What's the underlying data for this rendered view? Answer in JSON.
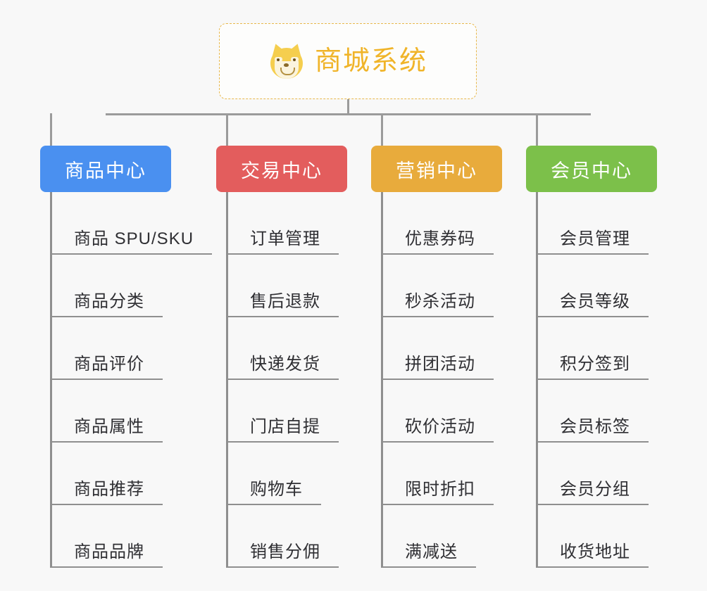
{
  "diagram": {
    "type": "org-chart",
    "background_color": "#f8f8f8",
    "connector_color": "#9b9b9b",
    "root": {
      "title": "商城系统",
      "icon": "shiba-dog-face-emoji",
      "text_color": "#f0b429",
      "border_color": "#e8b84b",
      "border_style": "dashed"
    },
    "columns": [
      {
        "id": "product-center",
        "label": "商品中心",
        "color": "#4a90f0",
        "items": [
          "商品 SPU/SKU",
          "商品分类",
          "商品评价",
          "商品属性",
          "商品推荐",
          "商品品牌"
        ]
      },
      {
        "id": "trade-center",
        "label": "交易中心",
        "color": "#e35d5d",
        "items": [
          "订单管理",
          "售后退款",
          "快递发货",
          "门店自提",
          "购物车",
          "销售分佣"
        ]
      },
      {
        "id": "marketing-center",
        "label": "营销中心",
        "color": "#e8ab3c",
        "items": [
          "优惠券码",
          "秒杀活动",
          "拼团活动",
          "砍价活动",
          "限时折扣",
          "满减送"
        ]
      },
      {
        "id": "member-center",
        "label": "会员中心",
        "color": "#77c councillors"
      }
    ]
  }
}
